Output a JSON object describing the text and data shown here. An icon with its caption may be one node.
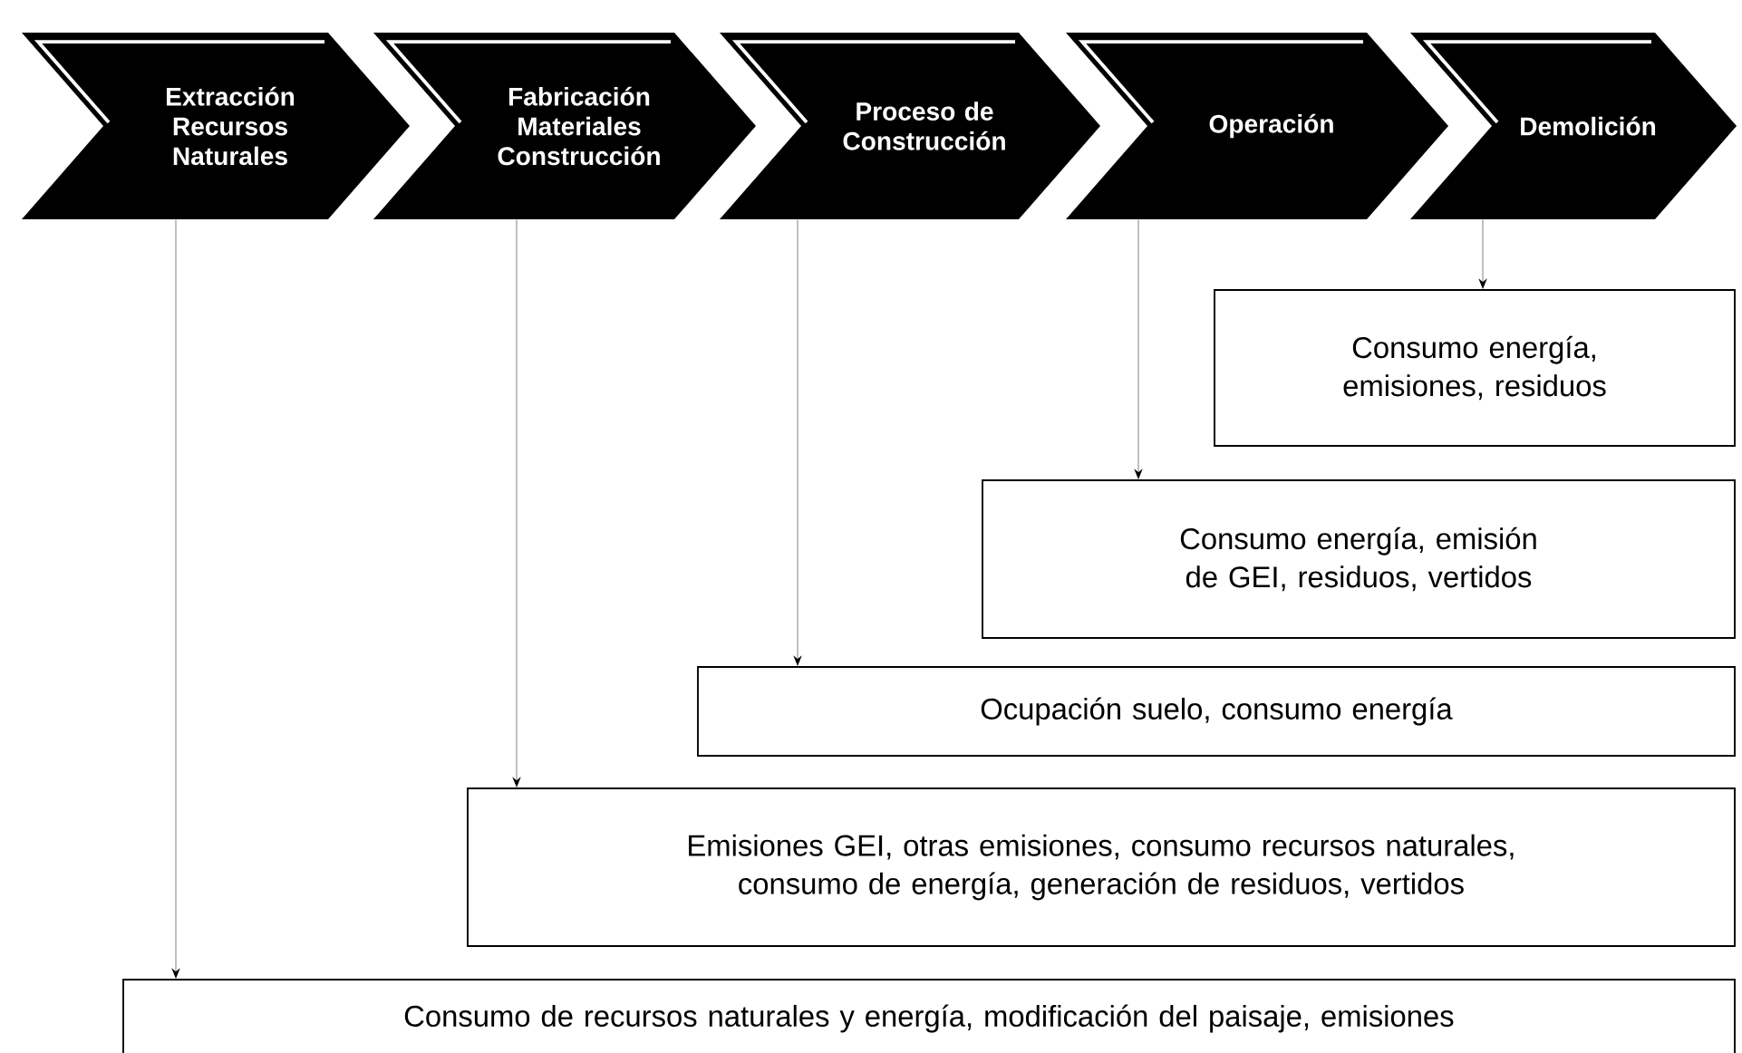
{
  "diagram": {
    "nodes": [
      {
        "text": [
          "Extracción Recursos Naturales"
        ]
      },
      {
        "text": [
          "Fabricación Materiales Construcción"
        ]
      },
      {
        "text": [
          "Proceso de Construcción"
        ]
      },
      {
        "text": [
          "Operación"
        ]
      },
      {
        "text": [
          "Demolición"
        ]
      },
      {
        "text": [
          "Consumo energía, emisiones, residuos"
        ]
      },
      {
        "text": [
          "Consumo energía, emisión de GEI, residuos, vertidos"
        ]
      },
      {
        "text": [
          "Ocupación suelo, consumo energía"
        ]
      },
      {
        "text": [
          "Emisiones GEI, otras emisiones, consumo recursos naturales, consumo de energía, generación de residuos, vertidos"
        ]
      },
      {
        "text": [
          "Consumo de recursos naturales y energía, modificación del paisaje, emisiones"
        ]
      }
    ],
    "edges": [
      {
        "from": 4,
        "to": 5,
        "arrow": "to"
      },
      {
        "from": 3,
        "to": 6,
        "arrow": "to"
      },
      {
        "from": 2,
        "to": 7,
        "arrow": "to"
      },
      {
        "from": 1,
        "to": 8,
        "arrow": "to"
      },
      {
        "from": 0,
        "to": 9,
        "arrow": "to"
      }
    ]
  }
}
